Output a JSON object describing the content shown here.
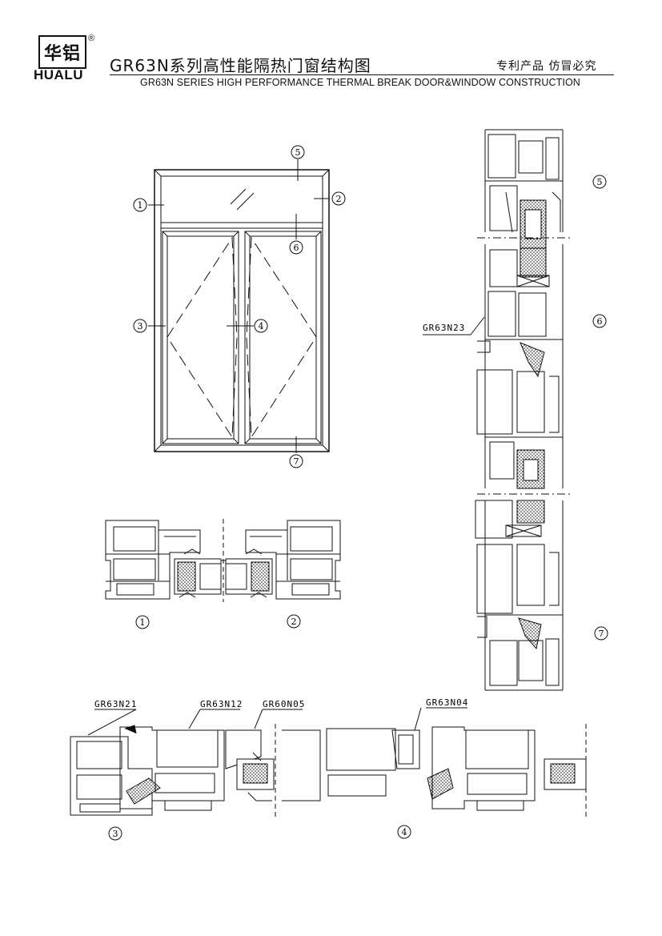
{
  "header": {
    "logo_cn": "华铝",
    "logo_en": "HUALU",
    "logo_reg": "®",
    "title_cn": "GR63N系列高性能隔热门窗结构图",
    "patent": "专利产品  仿冒必究",
    "title_en": "GR63N SERIES HIGH PERFORMANCE THERMAL BREAK DOOR&WINDOW CONSTRUCTION"
  },
  "elevation": {
    "callouts": [
      "1",
      "2",
      "3",
      "4",
      "5",
      "6",
      "7"
    ]
  },
  "section_labels": {
    "s1": "1",
    "s2": "2",
    "s3": "3",
    "s4": "4",
    "v5": "5",
    "v6": "6",
    "v7": "7"
  },
  "profile_codes": {
    "vertical": "GR63N23",
    "a": "GR63N21",
    "b": "GR63N12",
    "c": "GR60N05",
    "d": "GR63N04"
  },
  "colors": {
    "line": "#111111",
    "background": "#ffffff"
  }
}
